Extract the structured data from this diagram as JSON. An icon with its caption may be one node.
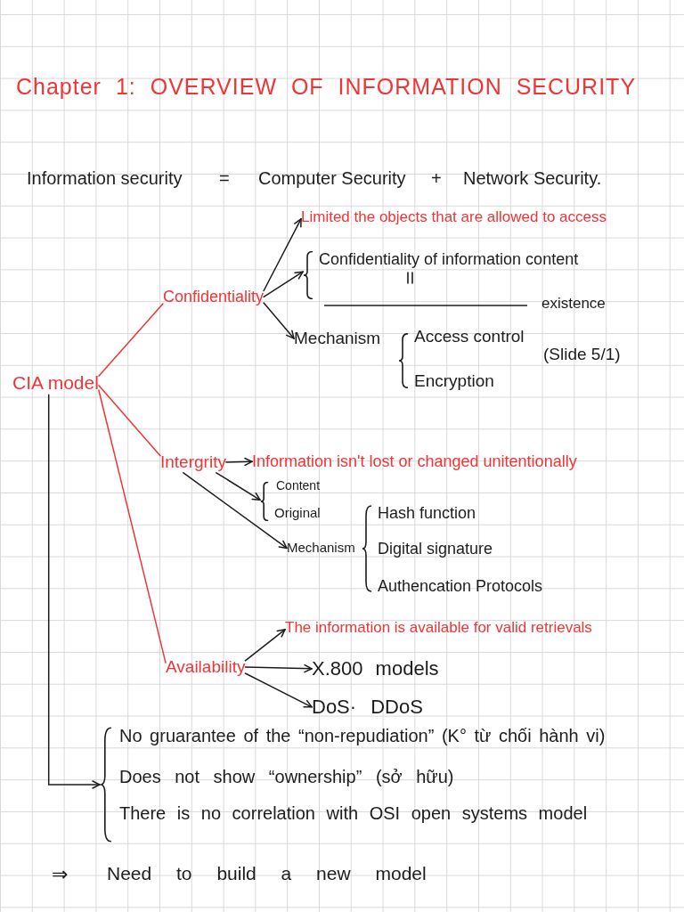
{
  "diagram": {
    "title": "Chapter 1: OVERVIEW OF INFORMATION SECURITY",
    "nodes": [
      {
        "text": [
          "CIA model"
        ]
      },
      {
        "text": [
          "Confidentiality"
        ]
      },
      {
        "text": [
          "Limited the objects that are allowed to access"
        ]
      },
      {
        "text": [
          "Confidentiality of information content",
          "existence"
        ]
      },
      {
        "text": [
          "Mechanism"
        ]
      },
      {
        "text": [
          "Access control",
          "Encryption"
        ]
      },
      {
        "text": [
          "Intergrity"
        ]
      },
      {
        "text": [
          "Information isn't lost or changed unitentionally"
        ]
      },
      {
        "text": [
          "Content",
          "Original"
        ]
      },
      {
        "text": [
          "Mechanism"
        ]
      },
      {
        "text": [
          "Hash function",
          "Digital signature",
          "Authencation Protocols"
        ]
      },
      {
        "text": [
          "Availability"
        ]
      },
      {
        "text": [
          "The information is available for valid retrievals"
        ]
      },
      {
        "text": [
          "X.800 models"
        ]
      },
      {
        "text": [
          "DoS· DDoS"
        ]
      },
      {
        "text": [
          "No gruarantee of the “non-repudiation” (K° từ chối hành vi)",
          "Does not show “ownership” (sở hữu)",
          "There is no correlation with OSI open systems model"
        ]
      }
    ],
    "edges": [
      {
        "from": 0,
        "to": 1,
        "arrow": "none",
        "color": "#ef3535"
      },
      {
        "from": 1,
        "to": 2,
        "arrow": "to"
      },
      {
        "from": 1,
        "to": 3,
        "arrow": "to"
      },
      {
        "from": 1,
        "to": 4,
        "arrow": "to"
      },
      {
        "from": 0,
        "to": 6,
        "arrow": "none",
        "color": "#ef3535"
      },
      {
        "from": 6,
        "to": 7,
        "arrow": "to"
      },
      {
        "from": 6,
        "to": 8,
        "arrow": "to"
      },
      {
        "from": 6,
        "to": 9,
        "arrow": "to"
      },
      {
        "from": 0,
        "to": 11,
        "arrow": "none",
        "color": "#ef3535"
      },
      {
        "from": 11,
        "to": 12,
        "arrow": "to"
      },
      {
        "from": 11,
        "to": 13,
        "arrow": "to"
      },
      {
        "from": 11,
        "to": 14,
        "arrow": "to"
      },
      {
        "from": 0,
        "to": 15,
        "arrow": "to"
      }
    ],
    "labels": [
      "Information security",
      "=",
      "Computer Security",
      "+",
      "Network Security.",
      "(Slide 5/1)",
      "⇒",
      "Need to build a new model"
    ]
  }
}
